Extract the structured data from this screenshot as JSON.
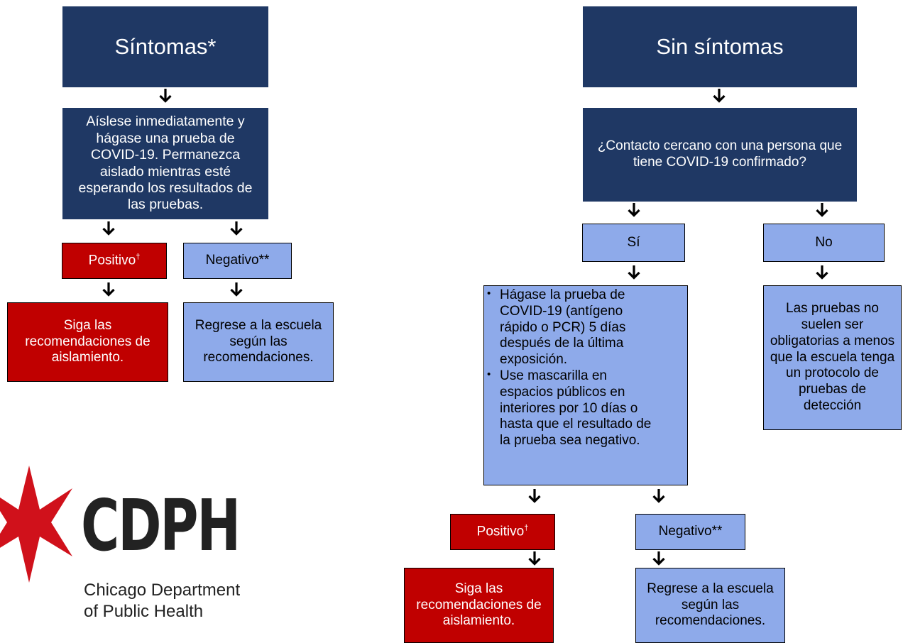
{
  "left": {
    "header": "Síntomas*",
    "isolate_text": "Aíslese inmediatamente y hágase una prueba de COVID-19. Permanezca aislado mientras esté esperando los resultados de las pruebas.",
    "positive_label": "Positivo",
    "positive_mark": "†",
    "negative_label": "Negativo**",
    "positive_result": "Siga las recomendaciones de aislamiento.",
    "negative_result": "Regrese a la escuela según las recomendaciones."
  },
  "right": {
    "header": "Sin síntomas",
    "question": "¿Contacto cercano con una persona que tiene COVID-19 confirmado?",
    "yes_label": "Sí",
    "no_label": "No",
    "yes_steps": [
      "Hágase la prueba de COVID-19 (antígeno rápido o PCR) 5 días después de la última exposición.",
      "Use mascarilla en espacios públicos en interiores por 10 días o hasta que el resultado de la prueba sea negativo."
    ],
    "no_text": "Las pruebas no suelen ser obligatorias a menos que la escuela tenga un protocolo de pruebas de detección",
    "positive_label": "Positivo",
    "positive_mark": "†",
    "negative_label": "Negativo**",
    "positive_result": "Siga las recomendaciones de aislamiento.",
    "negative_result": "Regrese a la escuela según las recomendaciones."
  },
  "logo": {
    "acronym": "CDPH",
    "line1": "Chicago Department",
    "line2": "of Public Health"
  },
  "colors": {
    "header_fill": "#1f3864",
    "positive_fill": "#c00000",
    "negative_fill": "#8eaaea",
    "star": "#d0111b"
  }
}
